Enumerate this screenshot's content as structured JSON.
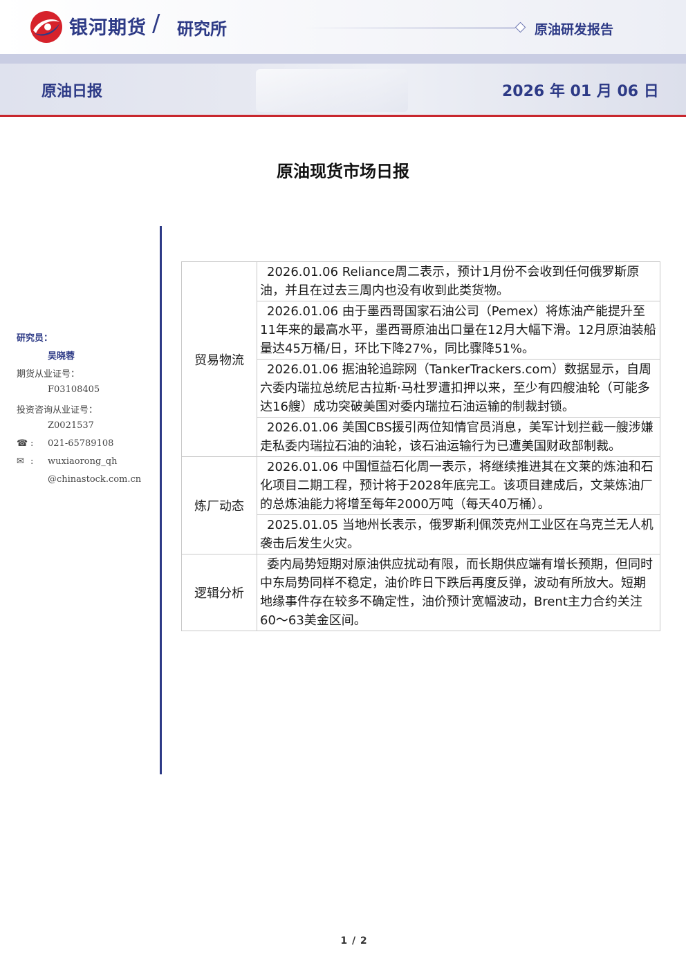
{
  "header": {
    "brand": "银河期货",
    "slash": "/",
    "institute": "研究所",
    "report_type": "原油研发报告",
    "section": "原油日报",
    "date": "2026 年 01 月 06 日"
  },
  "title": "原油现货市场日报",
  "sidebar": {
    "researcher_label": "研究员：",
    "researcher_name": "吴晓蓉",
    "futures_cert_label": "期货从业证号：",
    "futures_cert": "F03108405",
    "invest_cert_label": "投资咨询从业证号：",
    "invest_cert": "Z0021537",
    "phone_icon": "☎",
    "phone_sep": ":",
    "phone": "021-65789108",
    "email_icon": "✉",
    "email_sep": ":",
    "email_user": "wuxiaorong_qh",
    "email_domain": "@chinastock.com.cn"
  },
  "sections": [
    {
      "category": "贸易物流",
      "items": [
        "2026.01.06 Reliance周二表示，预计1月份不会收到任何俄罗斯原油，并且在过去三周内也没有收到此类货物。",
        "2026.01.06 由于墨西哥国家石油公司（Pemex）将炼油产能提升至11年来的最高水平，墨西哥原油出口量在12月大幅下滑。12月原油装船量达45万桶/日，环比下降27%，同比骤降51%。",
        "2026.01.06 据油轮追踪网（TankerTrackers.com）数据显示，自周六委内瑞拉总统尼古拉斯·马杜罗遭扣押以来，至少有四艘油轮（可能多达16艘）成功突破美国对委内瑞拉石油运输的制裁封锁。",
        "2026.01.06 美国CBS援引两位知情官员消息，美军计划拦截一艘涉嫌走私委内瑞拉石油的油轮，该石油运输行为已遭美国财政部制裁。"
      ]
    },
    {
      "category": "炼厂动态",
      "items": [
        "2026.01.06 中国恒益石化周一表示，将继续推进其在文莱的炼油和石化项目二期工程，预计将于2028年底完工。该项目建成后，文莱炼油厂的总炼油能力将增至每年2000万吨（每天40万桶）。",
        "2025.01.05 当地州长表示，俄罗斯利佩茨克州工业区在乌克兰无人机袭击后发生火灾。"
      ]
    },
    {
      "category": "逻辑分析",
      "items": [
        "委内局势短期对原油供应扰动有限，而长期供应端有增长预期，但同时中东局势同样不稳定，油价昨日下跌后再度反弹，波动有所放大。短期地缘事件存在较多不确定性，油价预计宽幅波动，Brent主力合约关注60～63美金区间。"
      ]
    }
  ],
  "footer": {
    "page": "1 / 2"
  },
  "colors": {
    "brand_blue": "#2d3a86",
    "accent_red": "#c8262d"
  }
}
